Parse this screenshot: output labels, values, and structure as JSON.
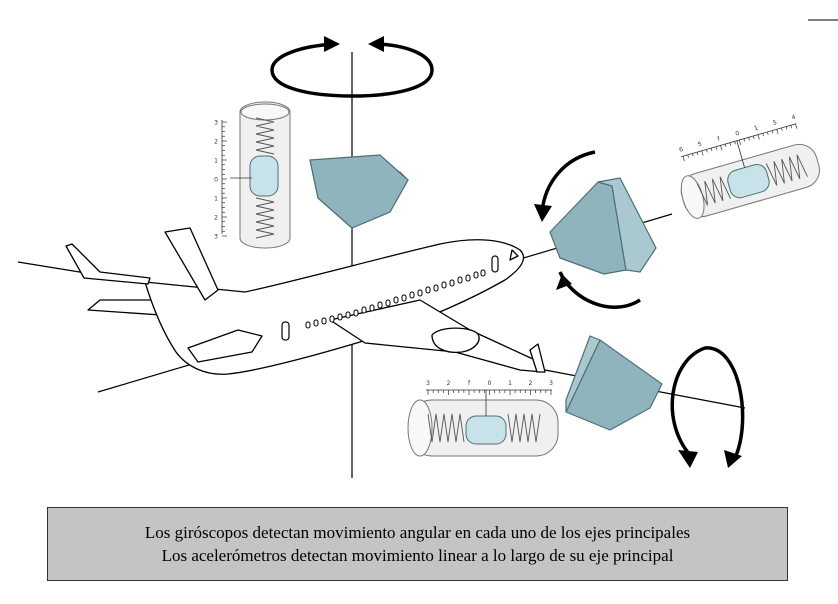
{
  "caption": {
    "line1": "Los giróscopos detectan movimiento angular en cada uno de los ejes principales",
    "line2": "Los acelerómetros detectan movimiento linear a lo largo de su eje principal"
  },
  "accelerometers": {
    "vertical": {
      "scale": [
        "3",
        "2",
        "1",
        "0",
        "1",
        "2",
        "3"
      ]
    },
    "longitudinal": {
      "scale": [
        "6",
        "5",
        "f",
        "0",
        "1",
        "5",
        "4"
      ]
    },
    "lateral": {
      "scale": [
        "3",
        "2",
        "f",
        "0",
        "1",
        "2",
        "3"
      ]
    }
  },
  "colors": {
    "gyro_face": "#8fb4bd",
    "gyro_side": "#a9c8cf",
    "gyro_edge": "#4f6f78",
    "mass": "#c7e2e8",
    "cylinder": "#f0f0f0",
    "caption_bg": "#c4c4c4"
  }
}
